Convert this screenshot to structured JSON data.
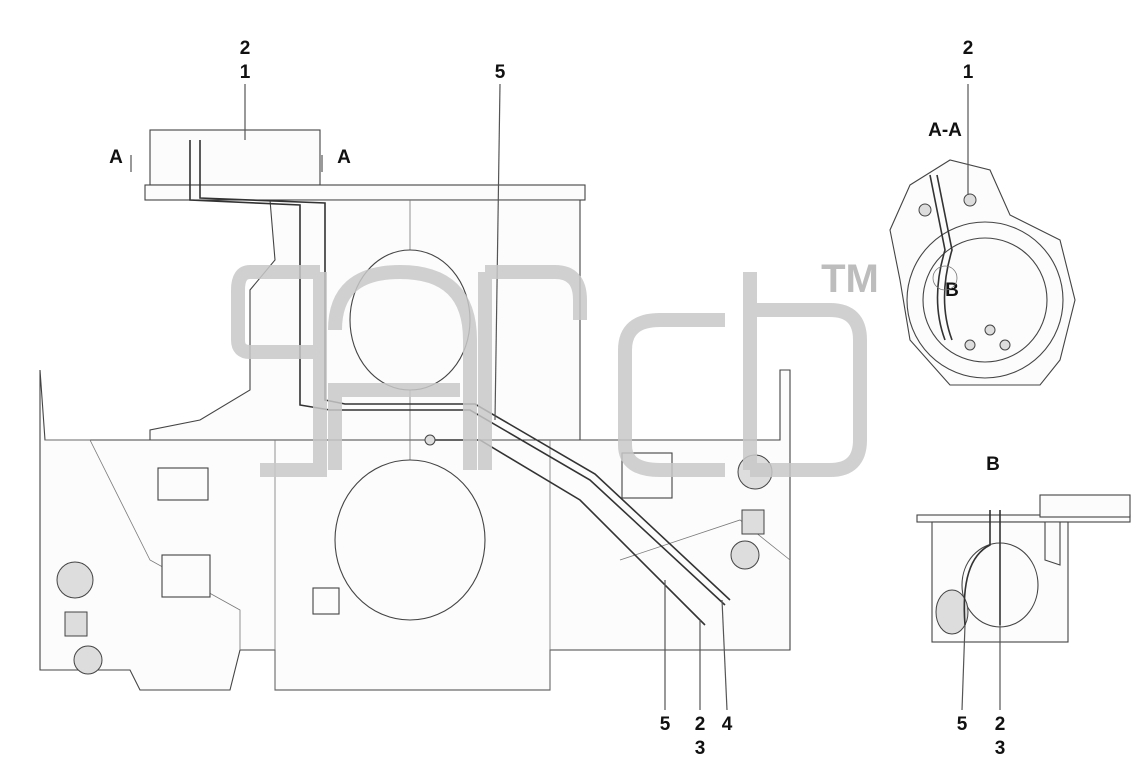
{
  "views": {
    "main": {
      "top_labels": {
        "pos2": "2",
        "pos1": "1",
        "pos5": "5"
      },
      "section_marks": {
        "left": "A",
        "right": "A"
      },
      "bottom_labels": {
        "pos5": "5",
        "pos2": "2",
        "pos3": "3",
        "pos4": "4"
      }
    },
    "section_aa": {
      "title": "A-A",
      "labels": {
        "pos2": "2",
        "pos1": "1"
      },
      "detail_ref": "B"
    },
    "detail_b": {
      "title": "B",
      "bottom_labels": {
        "pos5": "5",
        "pos2": "2",
        "pos3": "3"
      }
    }
  },
  "watermark": {
    "tm": "TM"
  },
  "colors": {
    "lines": "#444444",
    "watermark": "#c8c8c8",
    "labels": "#111111"
  }
}
